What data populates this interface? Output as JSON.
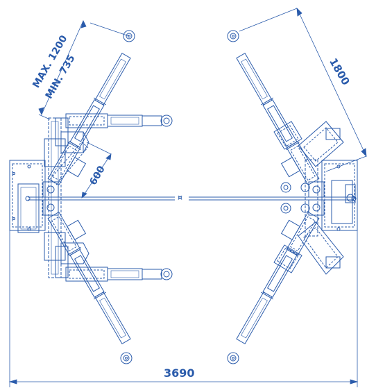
{
  "drawing": {
    "stroke_color": "#2a5bab",
    "background": "#ffffff",
    "dimensions": {
      "max_label": "MAX. 1200",
      "min_label": "MIN. 735",
      "short_label": "600",
      "diagonal_label": "1800",
      "width_label": "3690",
      "center_mark": "¤"
    }
  }
}
